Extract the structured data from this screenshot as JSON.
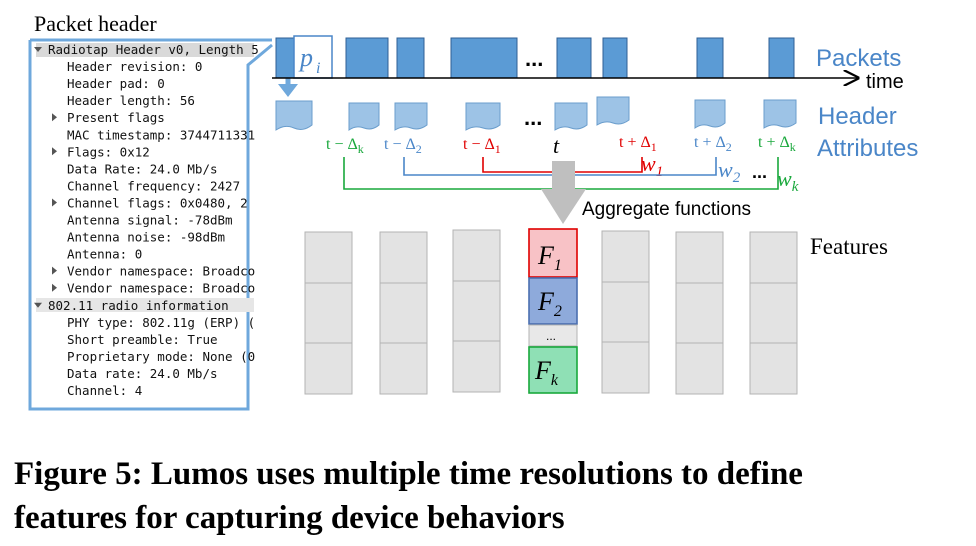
{
  "packet_header": {
    "title": "Packet header",
    "lines": [
      {
        "text": "Radiotap Header v0, Length 5",
        "kind": "expanded"
      },
      {
        "text": "Header revision: 0",
        "kind": "leaf"
      },
      {
        "text": "Header pad: 0",
        "kind": "leaf"
      },
      {
        "text": "Header length: 56",
        "kind": "leaf"
      },
      {
        "text": "Present flags",
        "kind": "collapsed"
      },
      {
        "text": "MAC timestamp: 3744711331",
        "kind": "leaf"
      },
      {
        "text": "Flags: 0x12",
        "kind": "collapsed"
      },
      {
        "text": "Data Rate: 24.0 Mb/s",
        "kind": "leaf"
      },
      {
        "text": "Channel frequency: 2427",
        "kind": "leaf"
      },
      {
        "text": "Channel flags: 0x0480, 2",
        "kind": "collapsed"
      },
      {
        "text": "Antenna signal: -78dBm",
        "kind": "leaf"
      },
      {
        "text": "Antenna noise: -98dBm",
        "kind": "leaf"
      },
      {
        "text": "Antenna: 0",
        "kind": "leaf"
      },
      {
        "text": "Vendor namespace: Broadco",
        "kind": "collapsed"
      },
      {
        "text": "Vendor namespace: Broadco",
        "kind": "collapsed"
      },
      {
        "text": "802.11 radio information",
        "kind": "expanded"
      },
      {
        "text": "PHY type: 802.11g (ERP) (",
        "kind": "leaf"
      },
      {
        "text": "Short preamble: True",
        "kind": "leaf"
      },
      {
        "text": "Proprietary mode: None (0",
        "kind": "leaf"
      },
      {
        "text": "Data rate: 24.0 Mb/s",
        "kind": "leaf"
      },
      {
        "text": "Channel: 4",
        "kind": "leaf"
      }
    ]
  },
  "labels": {
    "packets": "Packets",
    "time": "time",
    "header": "Header",
    "attributes": "Attributes",
    "aggregate": "Aggregate functions",
    "features": "Features",
    "pi": "p",
    "pi_sub": "i",
    "ellipsis": "...",
    "dots_small": "..."
  },
  "times": {
    "tk_minus": "t − Δ",
    "k": "k",
    "t2_minus": "t − Δ",
    "two": "2",
    "t1_minus": "t − Δ",
    "one": "1",
    "t": "t",
    "t1_plus": "t + Δ",
    "t2_plus": "t + Δ",
    "tk_plus": "t + Δ"
  },
  "windows": {
    "w": "w",
    "w1_sub": "1",
    "w2_sub": "2",
    "wk_sub": "k"
  },
  "feature_labels": {
    "F": "F",
    "f1": "1",
    "f2": "2",
    "fk": "k"
  },
  "colors": {
    "blue": "#4a86c8",
    "packet_fill": "#5b9bd5",
    "header_fill": "#9dc3e6",
    "red": "#e00000",
    "green": "#19a83c",
    "gray": "#e3e3e3",
    "f1_fill": "#f8c2c6",
    "f2_fill": "#8eaadb",
    "fk_fill": "#8fe0b5"
  },
  "caption": {
    "line1": "Figure 5: Lumos uses multiple time resolutions to define",
    "line2": "features for capturing device behaviors"
  }
}
